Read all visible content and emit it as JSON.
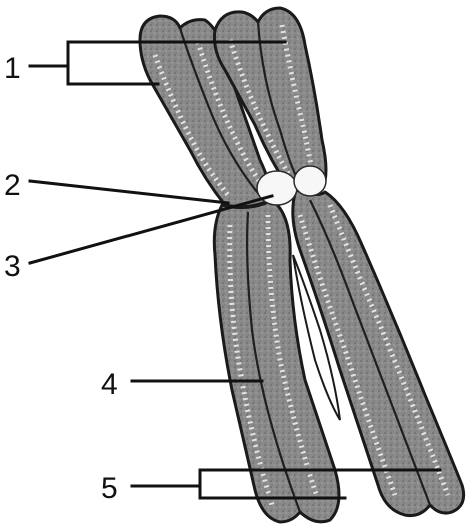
{
  "labels": [
    {
      "id": "1",
      "text": "1"
    },
    {
      "id": "2",
      "text": "2"
    },
    {
      "id": "3",
      "text": "3"
    },
    {
      "id": "4",
      "text": "4"
    },
    {
      "id": "5",
      "text": "5"
    }
  ],
  "colors": {
    "background": "#ffffff",
    "chromatid_fill": "#8c8c8c",
    "outline": "#1a1a1a",
    "centromere": "#f7f7f7"
  }
}
